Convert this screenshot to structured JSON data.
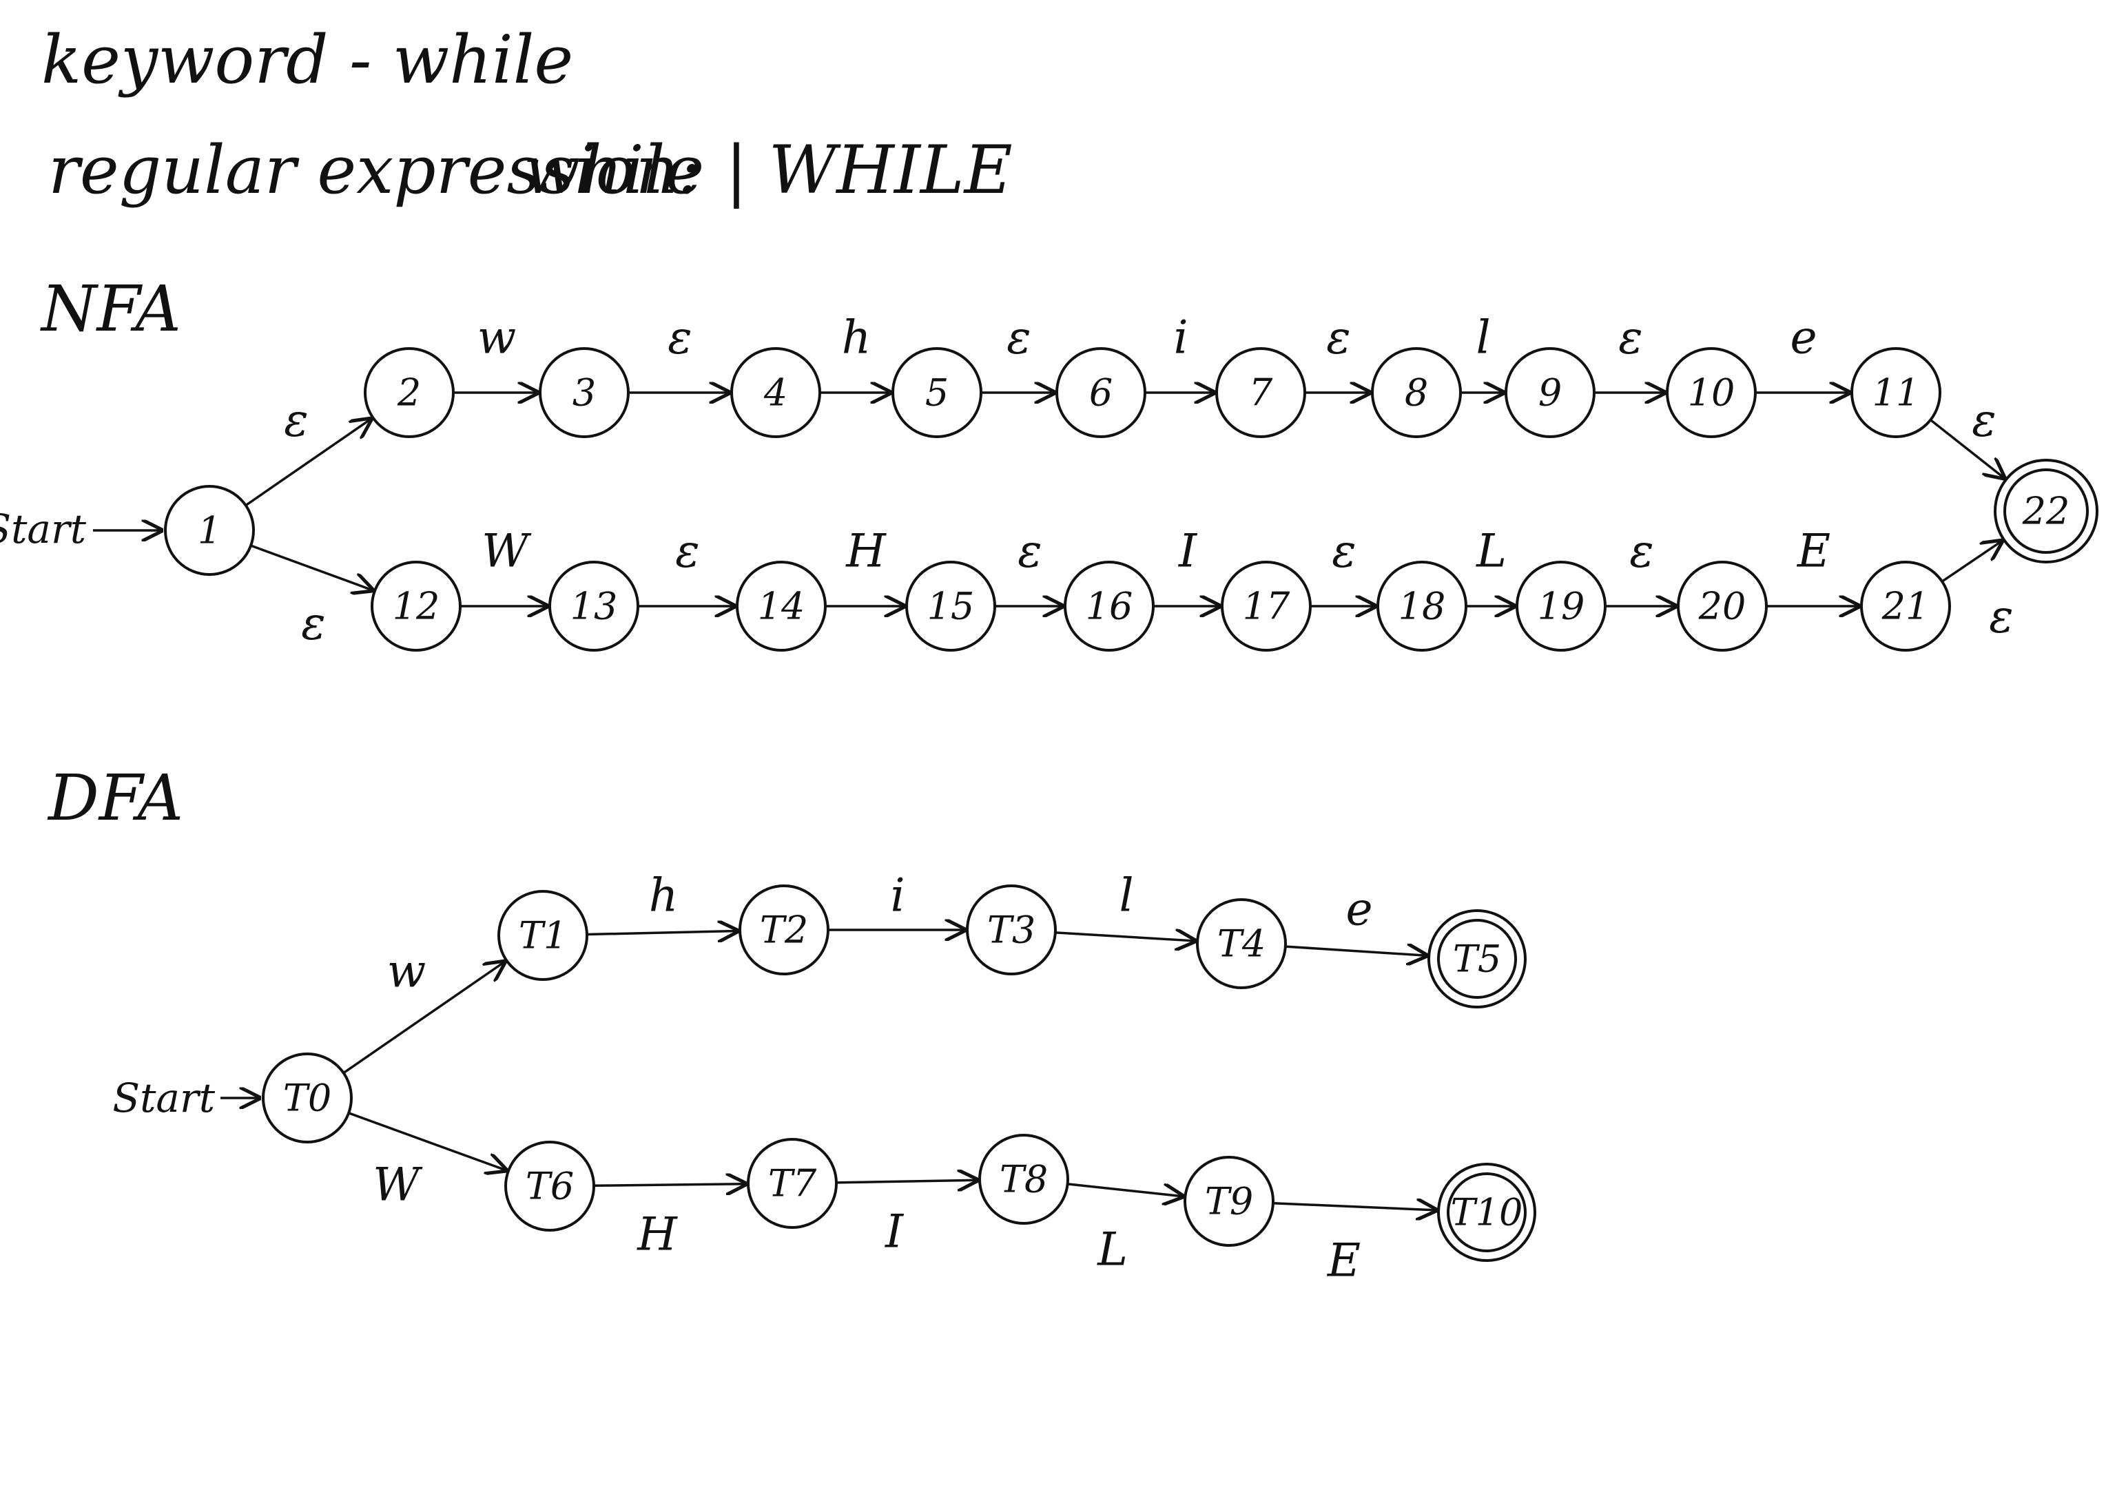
{
  "header": {
    "keyword": "keyword - while",
    "regex_prefix": "regular expression:",
    "regex": "while | WHILE"
  },
  "nfa": {
    "heading": "NFA",
    "start_label": "Start",
    "start_state": "1",
    "accept_state": "22",
    "upper_chain": {
      "states": [
        "2",
        "3",
        "4",
        "5",
        "6",
        "7",
        "8",
        "9",
        "10",
        "11"
      ],
      "labels": [
        "w",
        "ε",
        "h",
        "ε",
        "i",
        "ε",
        "l",
        "ε",
        "e"
      ]
    },
    "lower_chain": {
      "states": [
        "12",
        "13",
        "14",
        "15",
        "16",
        "17",
        "18",
        "19",
        "20",
        "21"
      ],
      "labels": [
        "W",
        "ε",
        "H",
        "ε",
        "I",
        "ε",
        "L",
        "ε",
        "E"
      ]
    },
    "branch_labels": {
      "to_upper": "ε",
      "to_lower": "ε",
      "upper_to_accept": "ε",
      "lower_to_accept": "ε"
    }
  },
  "dfa": {
    "heading": "DFA",
    "start_label": "Start",
    "start_state": "T0",
    "upper_chain": {
      "states": [
        "T1",
        "T2",
        "T3",
        "T4",
        "T5"
      ],
      "labels": [
        "h",
        "i",
        "l",
        "e"
      ],
      "accept": "T5"
    },
    "lower_chain": {
      "states": [
        "T6",
        "T7",
        "T8",
        "T9",
        "T10"
      ],
      "labels": [
        "H",
        "I",
        "L",
        "E"
      ],
      "accept": "T10"
    },
    "branch_labels": {
      "to_upper": "w",
      "to_lower": "W"
    }
  }
}
